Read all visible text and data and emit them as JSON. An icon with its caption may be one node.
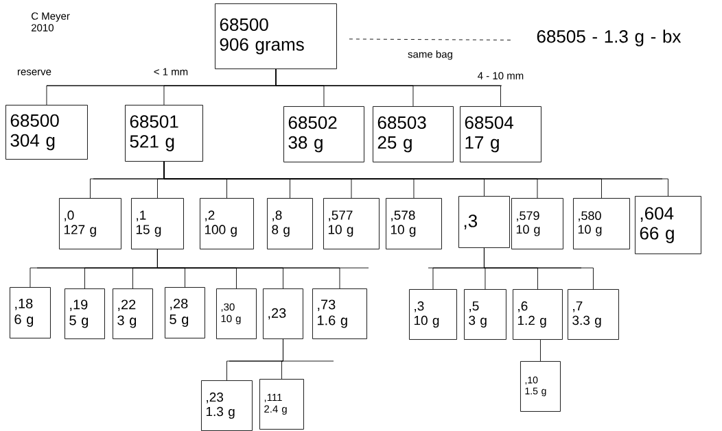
{
  "diagram": {
    "nodes": [
      {
        "text": [
          "68500",
          "906 grams"
        ]
      },
      {
        "text": [
          "68500",
          "304 g"
        ]
      },
      {
        "text": [
          "68501",
          "521 g"
        ]
      },
      {
        "text": [
          "68502",
          "38 g"
        ]
      },
      {
        "text": [
          "68503",
          "25 g"
        ]
      },
      {
        "text": [
          "68504",
          "17 g"
        ]
      },
      {
        "text": [
          "68505 - 1.3 g - bx"
        ]
      },
      {
        "text": [
          ",0",
          "127 g"
        ]
      },
      {
        "text": [
          ",1",
          "15 g"
        ]
      },
      {
        "text": [
          ",2",
          "100 g"
        ]
      },
      {
        "text": [
          ",8",
          "8 g"
        ]
      },
      {
        "text": [
          ",577",
          "10 g"
        ]
      },
      {
        "text": [
          ",578",
          "10 g"
        ]
      },
      {
        "text": [
          ",3"
        ]
      },
      {
        "text": [
          ",579",
          "10 g"
        ]
      },
      {
        "text": [
          ",580",
          "10 g"
        ]
      },
      {
        "text": [
          ",604",
          "66 g"
        ]
      },
      {
        "text": [
          ",18",
          "6 g"
        ]
      },
      {
        "text": [
          ",19",
          "5 g"
        ]
      },
      {
        "text": [
          ",22",
          "3 g"
        ]
      },
      {
        "text": [
          ",28",
          "5 g"
        ]
      },
      {
        "text": [
          ",30",
          "10 g"
        ]
      },
      {
        "text": [
          ",23"
        ]
      },
      {
        "text": [
          ",73",
          "1.6 g"
        ]
      },
      {
        "text": [
          ",3",
          "10 g"
        ]
      },
      {
        "text": [
          ",5",
          "3 g"
        ]
      },
      {
        "text": [
          ",6",
          "1.2 g"
        ]
      },
      {
        "text": [
          ",7",
          "3.3 g"
        ]
      },
      {
        "text": [
          ",23",
          "1.3 g"
        ]
      },
      {
        "text": [
          ",111",
          "2.4 g"
        ]
      },
      {
        "text": [
          ",10",
          "1.5 g"
        ]
      }
    ],
    "edges": [
      {
        "from": 0,
        "to": 1,
        "arrow": "none",
        "label": "reserve"
      },
      {
        "from": 0,
        "to": 2,
        "arrow": "none",
        "label": "< 1 mm"
      },
      {
        "from": 0,
        "to": 3,
        "arrow": "none"
      },
      {
        "from": 0,
        "to": 4,
        "arrow": "none"
      },
      {
        "from": 0,
        "to": 5,
        "arrow": "none",
        "label": "4 - 10 mm"
      },
      {
        "from": 0,
        "to": 6,
        "arrow": "none",
        "label": "same bag",
        "style": "dashed"
      },
      {
        "from": 2,
        "to": 7,
        "arrow": "none"
      },
      {
        "from": 2,
        "to": 8,
        "arrow": "none"
      },
      {
        "from": 2,
        "to": 9,
        "arrow": "none"
      },
      {
        "from": 2,
        "to": 10,
        "arrow": "none"
      },
      {
        "from": 2,
        "to": 11,
        "arrow": "none"
      },
      {
        "from": 2,
        "to": 12,
        "arrow": "none"
      },
      {
        "from": 2,
        "to": 13,
        "arrow": "none"
      },
      {
        "from": 2,
        "to": 14,
        "arrow": "none"
      },
      {
        "from": 2,
        "to": 15,
        "arrow": "none"
      },
      {
        "from": 2,
        "to": 16,
        "arrow": "none"
      },
      {
        "from": 8,
        "to": 17,
        "arrow": "none"
      },
      {
        "from": 8,
        "to": 18,
        "arrow": "none"
      },
      {
        "from": 8,
        "to": 19,
        "arrow": "none"
      },
      {
        "from": 8,
        "to": 20,
        "arrow": "none"
      },
      {
        "from": 8,
        "to": 21,
        "arrow": "none"
      },
      {
        "from": 8,
        "to": 22,
        "arrow": "none"
      },
      {
        "from": 8,
        "to": 23,
        "arrow": "none"
      },
      {
        "from": 13,
        "to": 24,
        "arrow": "none"
      },
      {
        "from": 13,
        "to": 25,
        "arrow": "none"
      },
      {
        "from": 13,
        "to": 26,
        "arrow": "none"
      },
      {
        "from": 13,
        "to": 27,
        "arrow": "none"
      },
      {
        "from": 22,
        "to": 28,
        "arrow": "none"
      },
      {
        "from": 22,
        "to": 29,
        "arrow": "none"
      },
      {
        "from": 26,
        "to": 30,
        "arrow": "none"
      }
    ],
    "labels": [
      "C Meyer",
      "2010"
    ]
  }
}
